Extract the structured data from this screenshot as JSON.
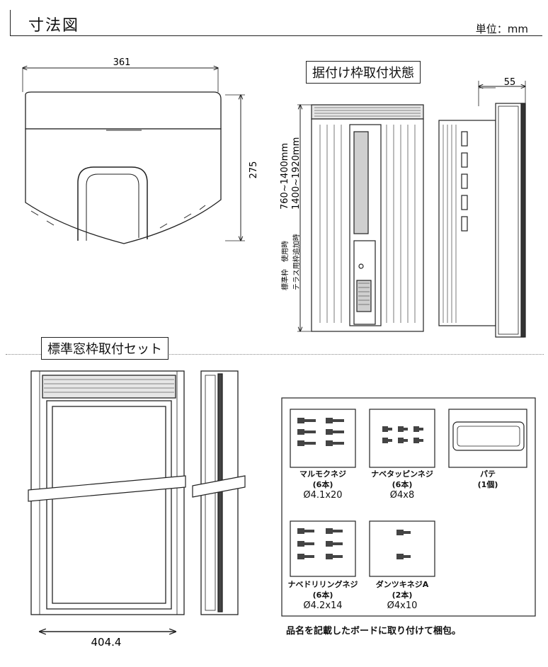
{
  "header": {
    "title": "寸法図",
    "unit": "単位：mm"
  },
  "front_view": {
    "width_dim": "361",
    "height_dim": "275"
  },
  "installed_view": {
    "label": "据付け枠取付状態",
    "depth_dim": "55",
    "range_standard": "760~1400mm",
    "range_extended": "1400~1920mm",
    "note_standard": "標準枠　使用時",
    "note_extended": "テラス用枠追加時"
  },
  "window_set": {
    "label": "標準窓枠取付セット",
    "width_dim": "404.4"
  },
  "parts": [
    {
      "name": "マルモクネジ",
      "count": "(6本)",
      "spec": "Ø4.1x20"
    },
    {
      "name": "ナベタッピンネジ",
      "count": "(6本)",
      "spec": "Ø4x8"
    },
    {
      "name": "パテ",
      "count": "(1個)",
      "spec": ""
    },
    {
      "name": "ナベドリリングネジ",
      "count": "(6本)",
      "spec": "Ø4.2x14"
    },
    {
      "name": "ダンツキネジA",
      "count": "(2本)",
      "spec": "Ø4x10"
    }
  ],
  "footer_note": "品名を記載したボードに取り付けて梱包。"
}
